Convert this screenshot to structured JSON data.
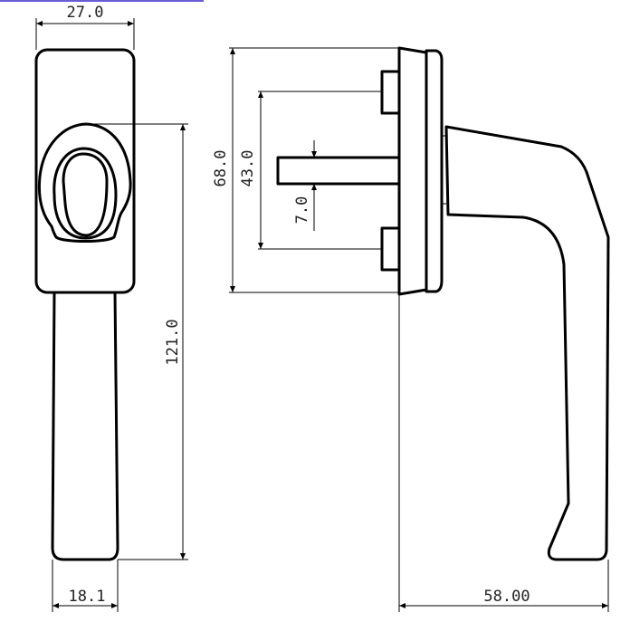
{
  "dimensions": {
    "backplate_width": "27.0",
    "handle_length": "121.0",
    "handle_tip_width": "18.1",
    "backplate_height": "68.0",
    "screw_spacing": "43.0",
    "spindle_size": "7.0",
    "projection": "58.00"
  },
  "colors": {
    "line": "#000000",
    "background": "#ffffff"
  }
}
